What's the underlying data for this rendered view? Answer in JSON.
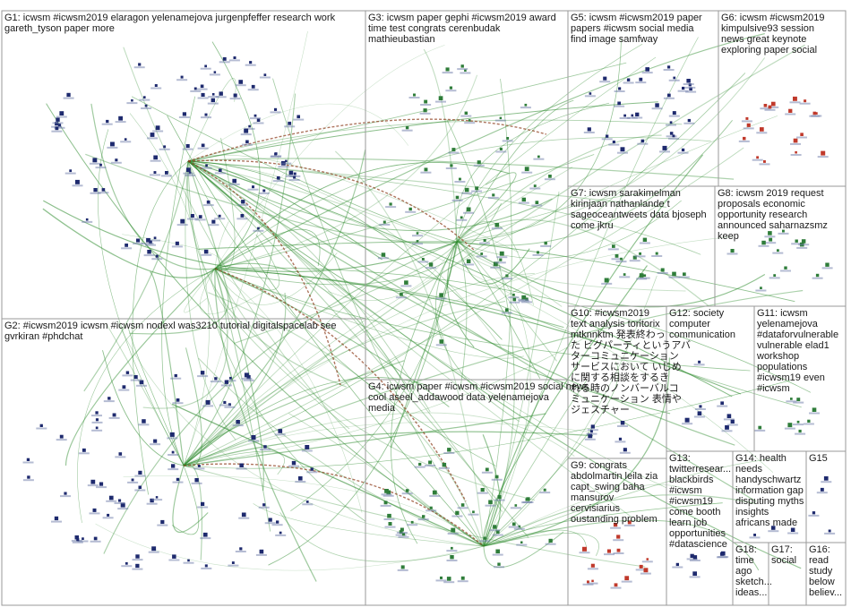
{
  "groups": [
    {
      "id": "G1",
      "label_lines": [
        "G1: icwsm #icwsm2019 elaragon yelenamejova jurgenpfeffer research work",
        "gareth_tyson paper more"
      ]
    },
    {
      "id": "G2",
      "label_lines": [
        "G2: #icwsm2019 icwsm #icwsm nodexl was3210 tutorial digitalspacelab see",
        "gvrkiran #phdchat"
      ]
    },
    {
      "id": "G3",
      "label_lines": [
        "G3: icwsm paper gephi #icwsm2019 award",
        "time test congrats cerenbudak",
        "mathieubastian"
      ]
    },
    {
      "id": "G4",
      "label_lines": [
        "G4: icwsm paper #icwsm #icwsm2019 social news",
        "cool aseel_addawood data yelenamejova",
        "media"
      ]
    },
    {
      "id": "G5",
      "label_lines": [
        "G5: icwsm #icwsm2019 paper",
        "papers #icwsm social media",
        "find image samfway"
      ]
    },
    {
      "id": "G6",
      "label_lines": [
        "G6: icwsm #icwsm2019",
        "kimpulsive93 session",
        "news great keynote",
        "exploring paper social"
      ]
    },
    {
      "id": "G7",
      "label_lines": [
        "G7: icwsm sarakimelman",
        "kirinjaan nathanlande t",
        "sageoceantweets data bjoseph",
        "come jkru"
      ]
    },
    {
      "id": "G8",
      "label_lines": [
        "G8: icwsm 2019 request",
        "proposals economic",
        "opportunity research",
        "announced saharnazsmz",
        "keep"
      ]
    },
    {
      "id": "G9",
      "label_lines": [
        "G9: congrats",
        "abdolmartin leila zia",
        "capt_swing baha",
        "mansurov",
        "cervisiarius",
        "oustanding problem"
      ]
    },
    {
      "id": "G10",
      "label_lines": [
        "G10: #icwsm2019",
        "text analysis toritorix",
        "mtknnktm 発表終わっ",
        "た ビグパーティというアバ",
        "ターコミュニケーション",
        "サービスにおいて いじめ",
        "に関する相談をするき",
        "れる時のノンバーバルコ",
        "ミュニケーション 表情や",
        "ジェスチャー"
      ]
    },
    {
      "id": "G11",
      "label_lines": [
        "G11: icwsm",
        "yelenamejova",
        "#dataforvulnerable",
        "vulnerable elad1",
        "workshop",
        "populations",
        "#icwsm19 even",
        "#icwsm"
      ]
    },
    {
      "id": "G12",
      "label_lines": [
        "G12: society",
        "computer",
        "communication"
      ]
    },
    {
      "id": "G13",
      "label_lines": [
        "G13:",
        "twitterresear...",
        "blackbirds",
        "#icwsm",
        "#icwsm19",
        "come booth",
        "learn job",
        "opportunities",
        "#datascience"
      ]
    },
    {
      "id": "G14",
      "label_lines": [
        "G14: health",
        "needs",
        "handyschwartz",
        "information gap",
        "disputing myths",
        "insights",
        "africans made"
      ]
    },
    {
      "id": "G15",
      "label_lines": [
        "G15"
      ]
    },
    {
      "id": "G16",
      "label_lines": [
        "G16:",
        "read",
        "study",
        "below",
        "believ..."
      ]
    },
    {
      "id": "G17",
      "label_lines": [
        "G17:",
        "social"
      ]
    },
    {
      "id": "G18",
      "label_lines": [
        "G18:",
        "time",
        "ago",
        "sketch...",
        "ideas..."
      ]
    }
  ],
  "colors": {
    "border": "#9a9a9a",
    "edge": "#2e8b2e",
    "edge_strong": "#8b3a1a",
    "node_dark": "#1e2a6e",
    "node_green": "#2f7d3a",
    "node_red": "#c0392b"
  }
}
